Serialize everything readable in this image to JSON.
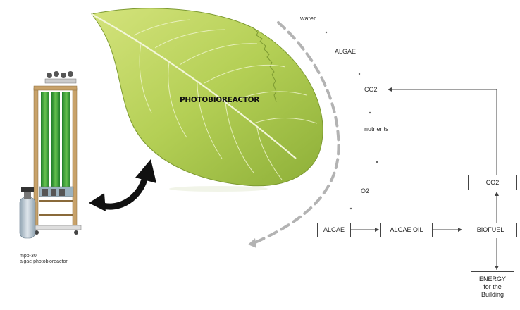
{
  "leaf": {
    "title": "PHOTOBIOREACTOR"
  },
  "cycle_labels": {
    "water": "water",
    "algae": "ALGAE",
    "co2": "CO2",
    "nutrients": "nutrients",
    "o2": "O2"
  },
  "flow": {
    "algae": "ALGAE",
    "algae_oil": "ALGAE OIL",
    "biofuel": "BIOFUEL",
    "co2": "CO2",
    "energy_line1": "ENERGY",
    "energy_line2": "for the",
    "energy_line3": "Building"
  },
  "device": {
    "caption_line1": "mpp-30",
    "caption_line2": "algae photobioreactor"
  },
  "colors": {
    "leaf_light": "#c9dc6a",
    "leaf_mid": "#a9c94a",
    "leaf_dark": "#7fa12f",
    "tube_green": "#3aa23a",
    "arrow_black": "#111111",
    "dash_gray": "#b0b0b0"
  }
}
